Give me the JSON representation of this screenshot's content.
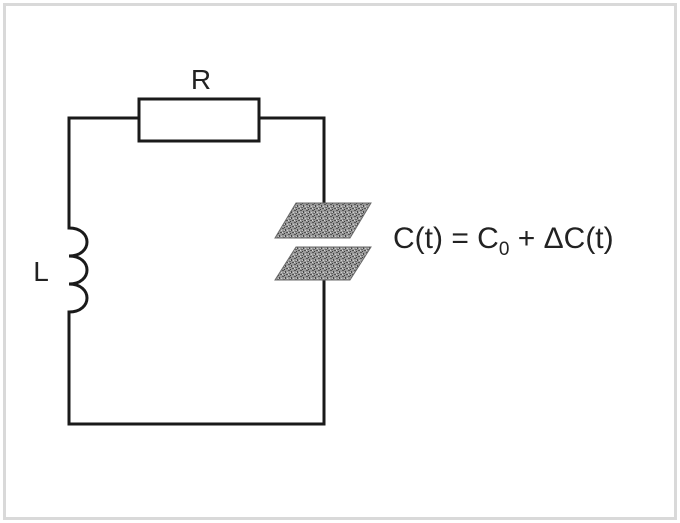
{
  "diagram": {
    "resistor_label": "R",
    "inductor_label": "L",
    "equation": {
      "lhs": "C(t) = C",
      "subscript": "0",
      "rhs": " + ΔC(t)"
    }
  },
  "colors": {
    "wire": "#1a1a1a",
    "plate_fill": "#8a8a8a",
    "frame": "#d9d9d9"
  }
}
